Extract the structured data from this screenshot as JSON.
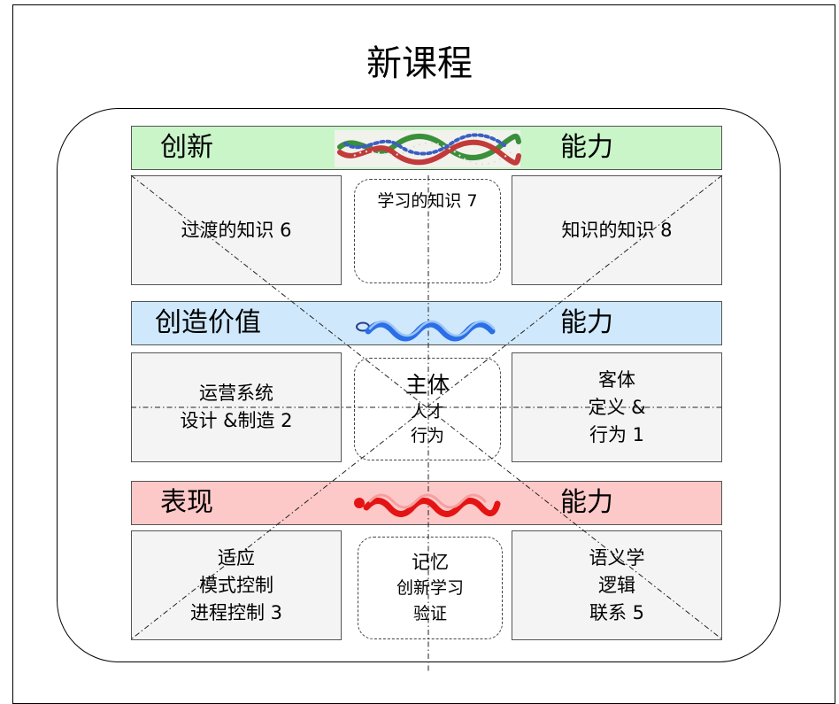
{
  "title": "新课程",
  "row1": {
    "band": {
      "left": "创新",
      "right": "能力"
    },
    "left_box": "过渡的知识 6",
    "center_box": "学习的知识 7",
    "right_box": "知识的知识 8"
  },
  "row2": {
    "band": {
      "left": "创造价值",
      "right": "能力"
    },
    "left_box": [
      "运营系统",
      "设计 &制造 2"
    ],
    "center_box": [
      "主体",
      "人才",
      "行为"
    ],
    "right_box": [
      "客体",
      "定义 &",
      "行为 1"
    ]
  },
  "row3": {
    "band": {
      "left": "表现",
      "right": "能力"
    },
    "left_box": [
      "适应",
      "模式控制",
      "进程控制 3"
    ],
    "center_box": [
      "记忆",
      "创新学习",
      "验证"
    ],
    "right_box": [
      "语义学",
      "逻辑",
      "联系 5"
    ]
  },
  "colors": {
    "band1_fill": "#c9f5c9",
    "band2_fill": "#cfe8fb",
    "band3_fill": "#fcc8c8",
    "box_fill": "#f4f4f4"
  },
  "icons": [
    "protein-helix-icon",
    "blue-wave-icon",
    "red-wave-icon"
  ]
}
